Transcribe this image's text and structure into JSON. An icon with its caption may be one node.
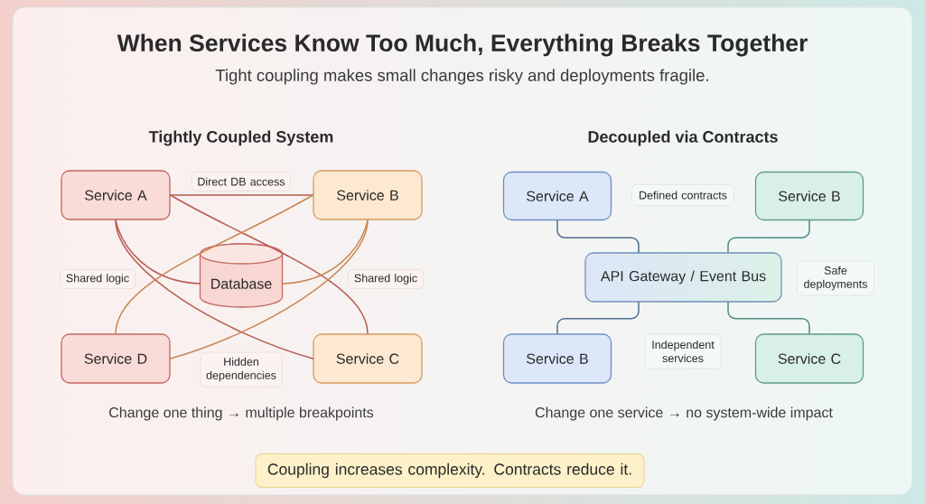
{
  "diagram": {
    "title": "When Services Know Too Much, Everything Breaks Together",
    "nodes": [
      {
        "text": [
          "Service A"
        ]
      },
      {
        "text": [
          "Direct DB access"
        ]
      },
      {
        "text": [
          "Service B"
        ]
      },
      {
        "text": [
          "Shared logic"
        ]
      },
      {
        "text": [
          "Database"
        ]
      },
      {
        "text": [
          "Shared logic"
        ]
      },
      {
        "text": [
          "Service D"
        ]
      },
      {
        "text": [
          "Hidden dependencies"
        ]
      },
      {
        "text": [
          "Service C"
        ]
      },
      {
        "text": [
          "Service A"
        ]
      },
      {
        "text": [
          "Defined contracts"
        ]
      },
      {
        "text": [
          "Service B"
        ]
      },
      {
        "text": [
          "API Gateway / Event Bus"
        ]
      },
      {
        "text": [
          "Safe deployments"
        ]
      },
      {
        "text": [
          "Service B"
        ]
      },
      {
        "text": [
          "Independent services"
        ]
      },
      {
        "text": [
          "Service C"
        ]
      },
      {
        "text": [
          "Coupling increases complexity. Contracts reduce it."
        ]
      }
    ],
    "edges": [
      {
        "from": 0,
        "to": 2,
        "arrow": "none"
      },
      {
        "from": 0,
        "to": 4,
        "arrow": "none"
      },
      {
        "from": 0,
        "to": 8,
        "arrow": "none"
      },
      {
        "from": 0,
        "to": 8,
        "arrow": "none"
      },
      {
        "from": 2,
        "to": 4,
        "arrow": "none",
        "color": "#c98650"
      },
      {
        "from": 2,
        "to": 6,
        "arrow": "none",
        "color": "#c98650"
      },
      {
        "from": 2,
        "to": 6,
        "arrow": "none",
        "color": "#c98650"
      },
      {
        "from": 9,
        "to": 12,
        "arrow": "none",
        "color": "#4f6e8e"
      },
      {
        "from": 11,
        "to": 12,
        "arrow": "none",
        "color": "#4d8a7c"
      },
      {
        "from": 12,
        "to": 14,
        "arrow": "none",
        "color": "#4f6e8e"
      },
      {
        "from": 12,
        "to": 16,
        "arrow": "none",
        "color": "#4d8a7c"
      }
    ],
    "labels": [
      "Tight coupling makes small changes risky and deployments fragile.",
      "Tightly Coupled System",
      "Decoupled via Contracts",
      "Change one thing → multiple breakpoints",
      "Change one service → no system-wide impact"
    ]
  }
}
